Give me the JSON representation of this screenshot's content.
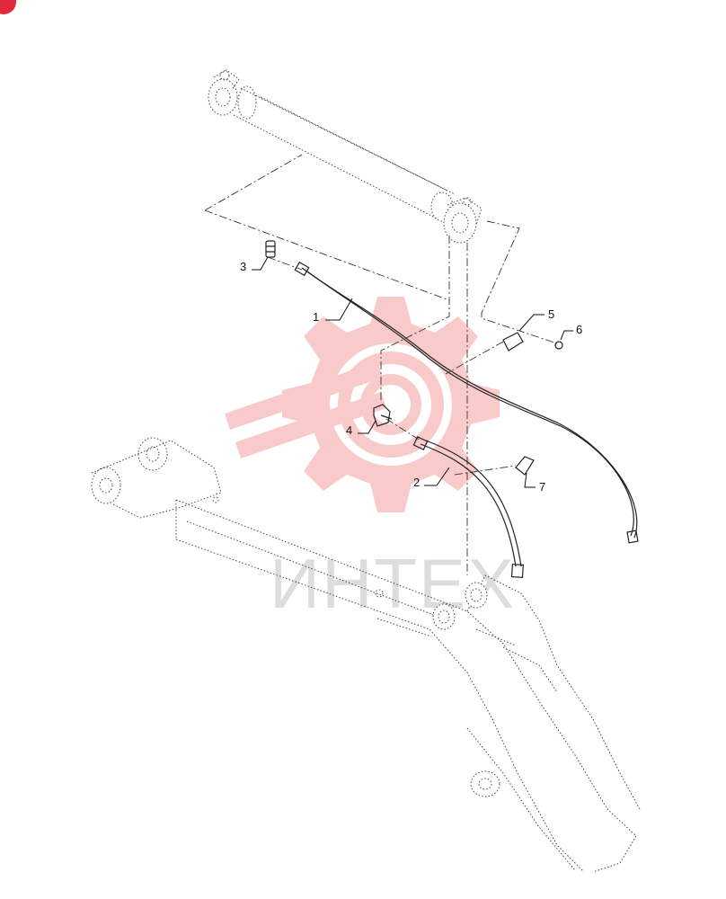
{
  "diagram": {
    "watermark_text": "ИНТЕХ",
    "watermark_color": "#f5a0a0",
    "corner_badge_color": "#e02a3c",
    "callouts": [
      {
        "id": "callout-1",
        "label": "1"
      },
      {
        "id": "callout-2",
        "label": "2"
      },
      {
        "id": "callout-3",
        "label": "3"
      },
      {
        "id": "callout-4",
        "label": "4"
      },
      {
        "id": "callout-5",
        "label": "5"
      },
      {
        "id": "callout-6",
        "label": "6"
      },
      {
        "id": "callout-7",
        "label": "7"
      }
    ]
  }
}
